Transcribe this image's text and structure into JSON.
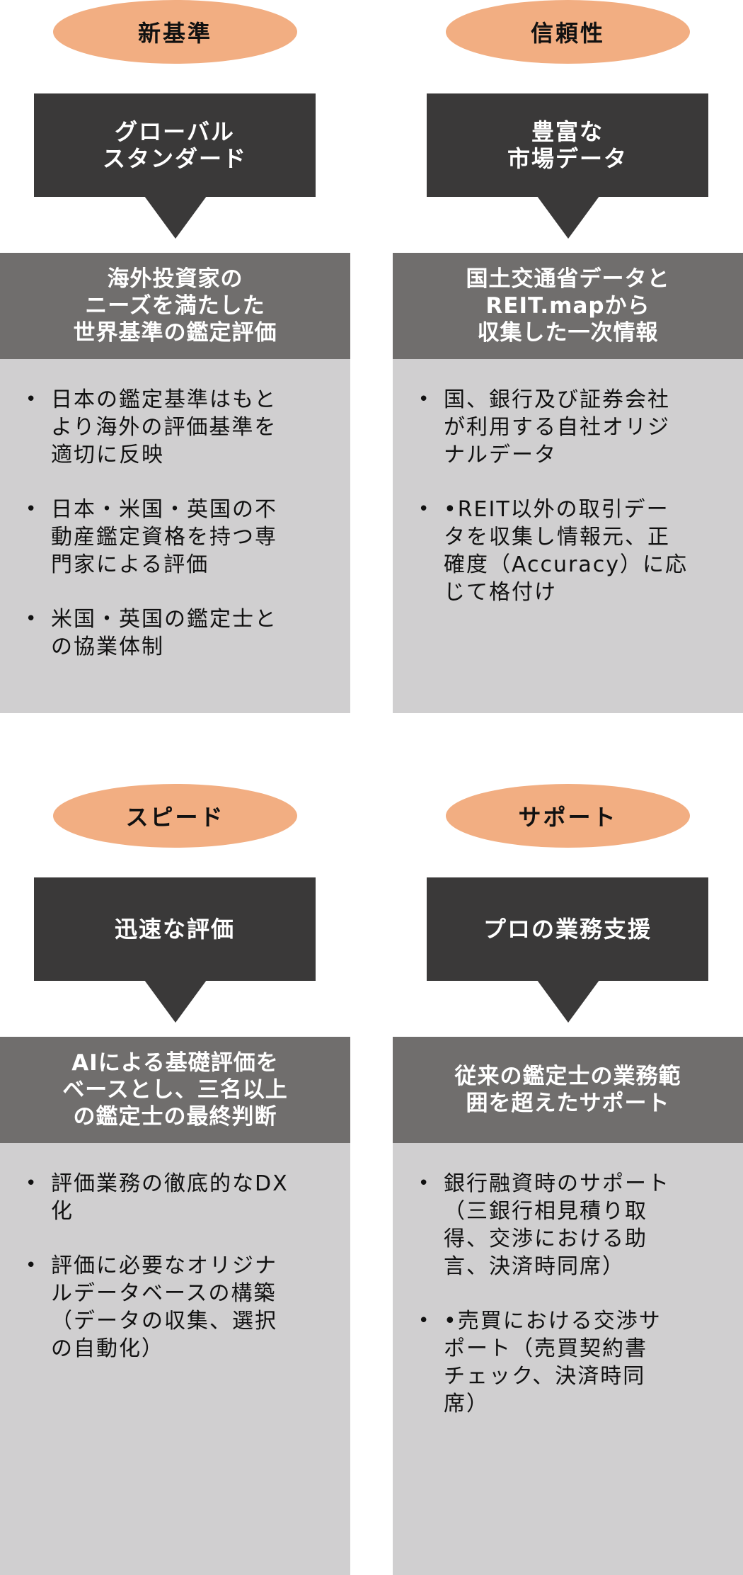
{
  "cards": [
    {
      "tag": "新基準",
      "callout": "グローバル\nスタンダード",
      "header": "海外投資家の\nニーズを満たした\n世界基準の鑑定評価",
      "bullets": [
        "日本の鑑定基準はもと\nより海外の評価基準を\n適切に反映",
        "日本・米国・英国の不\n動産鑑定資格を持つ専\n門家による評価",
        "米国・英国の鑑定士と\nの協業体制"
      ]
    },
    {
      "tag": "信頼性",
      "callout": "豊富な\n市場データ",
      "header": "国土交通省データと\nREIT.mapから\n収集した一次情報",
      "bullets": [
        "国、銀行及び証券会社\nが利用する自社オリジ\nナルデータ",
        "•REIT以外の取引デー\nタを収集し情報元、正\n確度（Accuracy）に応\nじて格付け"
      ]
    },
    {
      "tag": "スピード",
      "callout": "迅速な評価",
      "header": "AIによる基礎評価を\nベースとし、三名以上\nの鑑定士の最終判断",
      "bullets": [
        "評価業務の徹底的なDX\n化",
        "評価に必要なオリジナ\nルデータベースの構築\n（データの収集、選択\nの自動化）"
      ]
    },
    {
      "tag": "サポート",
      "callout": "プロの業務支援",
      "header": "従来の鑑定士の業務範\n囲を超えたサポート",
      "bullets": [
        "銀行融資時のサポート\n（三銀行相見積り取\n得、交渉における助\n言、決済時同席）",
        "•売買における交渉サ\nポート（売買契約書\nチェック、決済時同\n席）"
      ]
    }
  ]
}
